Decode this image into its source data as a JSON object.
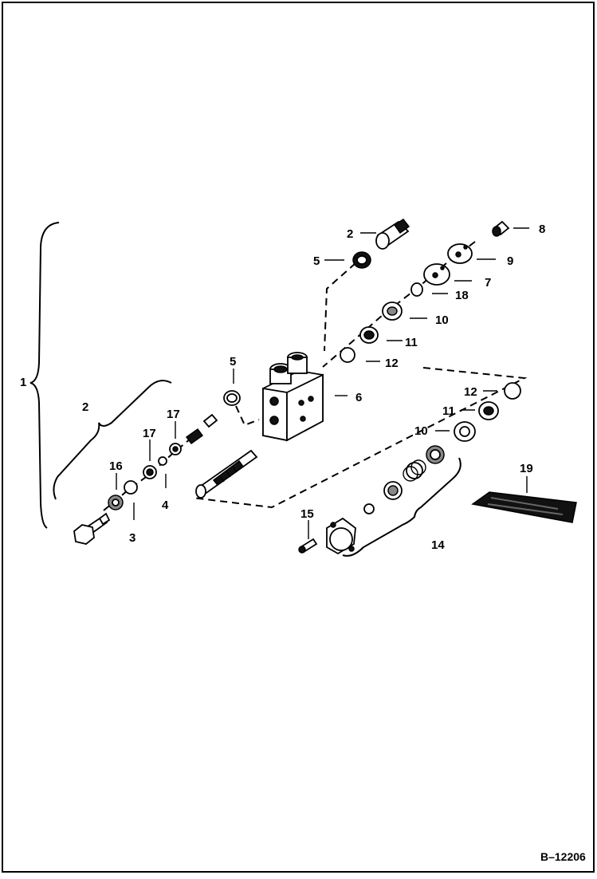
{
  "figure_id": "B–12206",
  "callouts": {
    "c1": "1",
    "c2a": "2",
    "c2b": "2",
    "c3": "3",
    "c4": "4",
    "c5a": "5",
    "c5b": "5",
    "c6": "6",
    "c7": "7",
    "c8": "8",
    "c9": "9",
    "c10a": "10",
    "c10b": "10",
    "c11a": "11",
    "c11b": "11",
    "c12a": "12",
    "c12b": "12",
    "c14": "14",
    "c15": "15",
    "c16": "16",
    "c17a": "17",
    "c17b": "17",
    "c18": "18",
    "c19": "19"
  }
}
